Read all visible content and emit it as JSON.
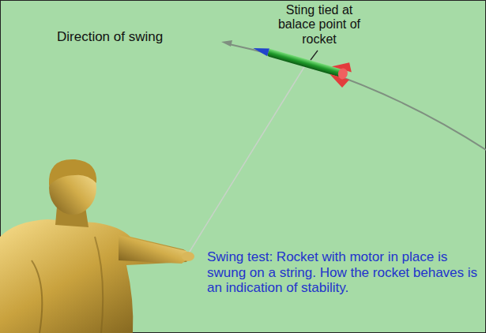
{
  "diagram": {
    "labels": [
      "Direction of swing",
      "Sting tied at balace point of rocket",
      "Swing test: Rocket with motor in place is swung on a string. How the rocket behaves is an indication of stability."
    ]
  }
}
